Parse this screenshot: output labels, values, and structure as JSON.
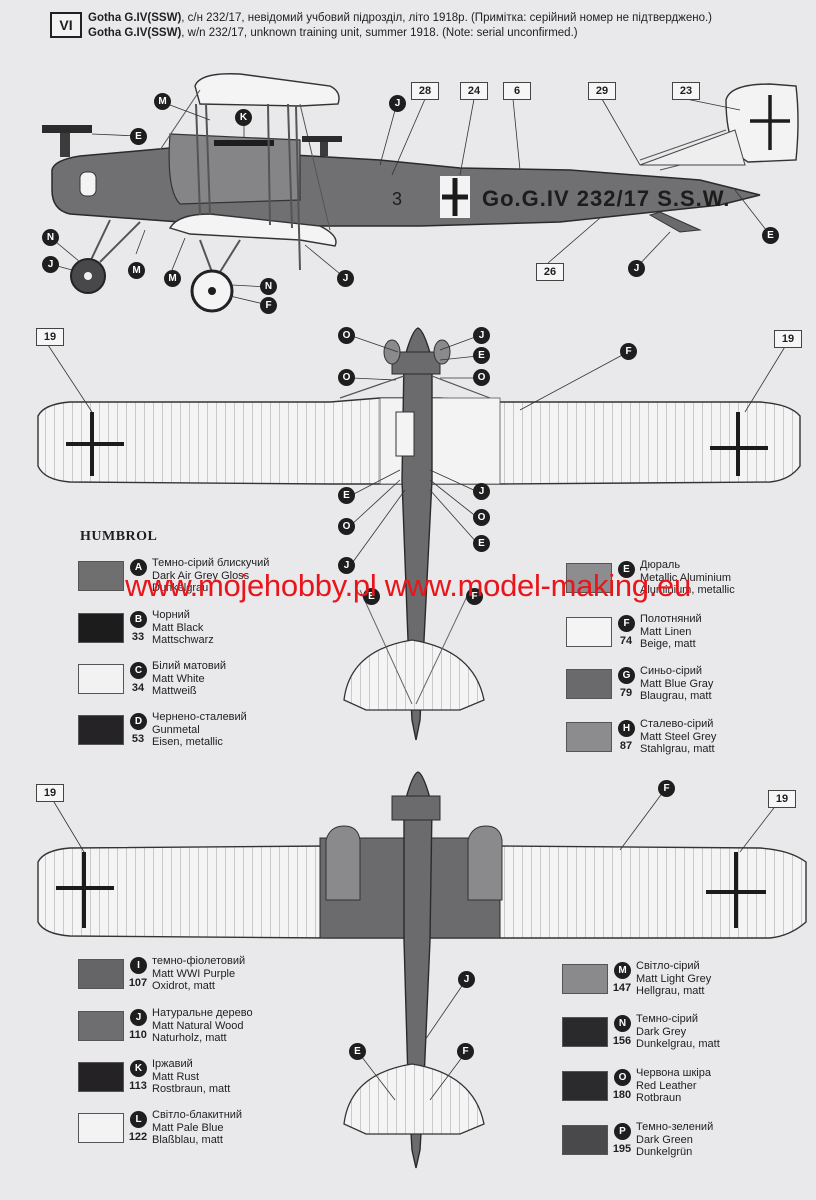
{
  "header": {
    "plate": "VI",
    "title_ua_bold": "Gotha G.IV(SSW)",
    "title_ua_rest": ", с/н 232/17, невідомий учбовий підрозділ, літо 1918р. (Примітка: серійний номер не підтверджено.)",
    "title_en_bold": "Gotha G.IV(SSW)",
    "title_en_rest": ", w/n 232/17, unknown training unit, summer 1918. (Note: serial unconfirmed.)"
  },
  "fuselage_marking": "Go.G.IV 232/17 S.S.W.",
  "nose_marking": "3",
  "callouts": {
    "side_28": "28",
    "side_24": "24",
    "side_6": "6",
    "side_29": "29",
    "side_23": "23",
    "side_26": "26",
    "top_left_19": "19",
    "top_right_19": "19",
    "bottom_left_19": "19",
    "bottom_right_19": "19"
  },
  "letters": {
    "A": "A",
    "B": "B",
    "C": "C",
    "D": "D",
    "E": "E",
    "F": "F",
    "G": "G",
    "H": "H",
    "I": "I",
    "J": "J",
    "K": "K",
    "L": "L",
    "M": "M",
    "N": "N",
    "O": "O",
    "P": "P"
  },
  "humbrol_heading": "HUMBROL",
  "watermark": "www.mojehobby.pl www.model-making.eu",
  "paints": [
    {
      "letter": "A",
      "number": "",
      "ua": "Темно-сірий блискучий",
      "en": "Dark Air Grey Gloss",
      "de": "Dunkelgrau",
      "color": "#6f6f70"
    },
    {
      "letter": "B",
      "number": "33",
      "ua": "Чорний",
      "en": "Matt Black",
      "de": "Mattschwarz",
      "color": "#1d1c1d"
    },
    {
      "letter": "C",
      "number": "34",
      "ua": "Білий матовий",
      "en": "Matt White",
      "de": "Mattweiß",
      "color": "#f2f2f2"
    },
    {
      "letter": "D",
      "number": "53",
      "ua": "Чернено-сталевий",
      "en": "Gunmetal",
      "de": "Eisen, metallic",
      "color": "#252325"
    },
    {
      "letter": "E",
      "number": "",
      "ua": "Дюраль",
      "en": "Metallic Aluminium",
      "de": "Aluminium, metallic",
      "color": "#8d8d8f"
    },
    {
      "letter": "F",
      "number": "74",
      "ua": "Полотняний",
      "en": "Matt Linen",
      "de": "Beige, matt",
      "color": "#f4f4f4"
    },
    {
      "letter": "G",
      "number": "79",
      "ua": "Синьо-сірий",
      "en": "Matt Blue Gray",
      "de": "Blaugrau, matt",
      "color": "#6a6a6c"
    },
    {
      "letter": "H",
      "number": "87",
      "ua": "Сталево-сірий",
      "en": "Matt Steel Grey",
      "de": "Stahlgrau, matt",
      "color": "#8c8c8e"
    },
    {
      "letter": "I",
      "number": "107",
      "ua": "темно-фіолетовий",
      "en": "Matt WWI Purple",
      "de": "Oxidrot, matt",
      "color": "#656466"
    },
    {
      "letter": "J",
      "number": "110",
      "ua": "Натуральне дерево",
      "en": "Matt Natural Wood",
      "de": "Naturholz, matt",
      "color": "#6e6d6f"
    },
    {
      "letter": "K",
      "number": "113",
      "ua": "Іржавий",
      "en": "Matt Rust",
      "de": "Rostbraun, matt",
      "color": "#242224"
    },
    {
      "letter": "L",
      "number": "122",
      "ua": "Світло-блакитний",
      "en": "Matt Pale Blue",
      "de": "Blaßblau, matt",
      "color": "#f3f3f3"
    },
    {
      "letter": "M",
      "number": "147",
      "ua": "Світло-сірий",
      "en": "Matt Light Grey",
      "de": "Hellgrau, matt",
      "color": "#8a8a8c"
    },
    {
      "letter": "N",
      "number": "156",
      "ua": "Темно-сірий",
      "en": "Dark Grey",
      "de": "Dunkelgrau, matt",
      "color": "#2a292b"
    },
    {
      "letter": "O",
      "number": "180",
      "ua": "Червона шкіра",
      "en": "Red Leather",
      "de": "Rotbraun",
      "color": "#2b2a2c"
    },
    {
      "letter": "P",
      "number": "195",
      "ua": "Темно-зелений",
      "en": "Dark Green",
      "de": "Dunkelgrün",
      "color": "#49484a"
    }
  ]
}
